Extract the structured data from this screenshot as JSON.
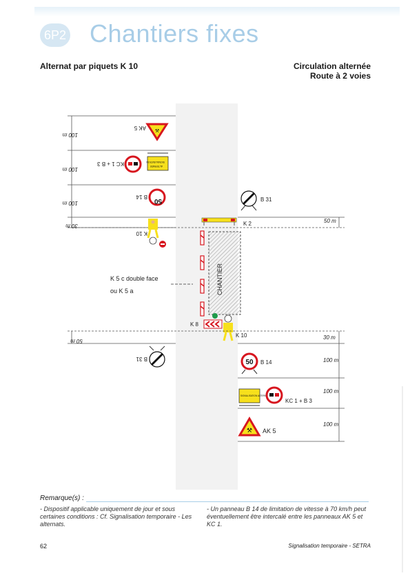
{
  "header": {
    "badge": "6P2",
    "title": "Chantiers fixes",
    "subtitle_left": "Alternat par piquets K 10",
    "subtitle_right": [
      "Circulation alternée",
      "Route à 2 voies"
    ]
  },
  "diagram": {
    "distances_top_rotated": [
      "100 m",
      "100 m",
      "100 m",
      "30 m"
    ],
    "labels_top_rotated": [
      "AK 5",
      "KC 1 + B 3",
      "B 14",
      "K 10"
    ],
    "top_panel_text": "SIGNALISATION ALTERNÉE",
    "label_b31_top": "B 31",
    "label_k2": "K 2",
    "dist_50m_top": "50 m",
    "k5c_label": [
      "K 5 c double face",
      "ou K 5 a"
    ],
    "chantier": "CHANTIER",
    "label_k8": "K 8",
    "label_k10_bottom": "K 10",
    "dist_50m_bottom_rotated": "50 m",
    "dist_30m_bottom": "30 m",
    "label_b31_bottom_rotated": "B 31",
    "sign_50": "50",
    "label_b14": "B 14",
    "distances_bottom": [
      "100 m",
      "100 m",
      "100 m"
    ],
    "bottom_panel_text": "SIGNALISATION ALTERNÉE",
    "label_kc1_b3": "KC 1 + B 3",
    "label_ak5": "AK 5"
  },
  "remarks": {
    "title": "Remarque(s) :",
    "left": "- Dispositif applicable uniquement de jour et sous certaines conditions : Cf. Signalisation temporaire - Les alternats.",
    "right": "- Un panneau B 14 de limitation de vitesse à 70 km/h peut éventuellement être intercalé entre les panneaux AK 5 et KC 1."
  },
  "footer": {
    "page": "62",
    "source": "Signalisation temporaire - SETRA"
  },
  "colors": {
    "title": "#a8cde7",
    "road": "#f2f2f2",
    "sign_red": "#d7161f",
    "sign_yellow": "#f7e01c",
    "light_green": "#1e9b4a"
  }
}
